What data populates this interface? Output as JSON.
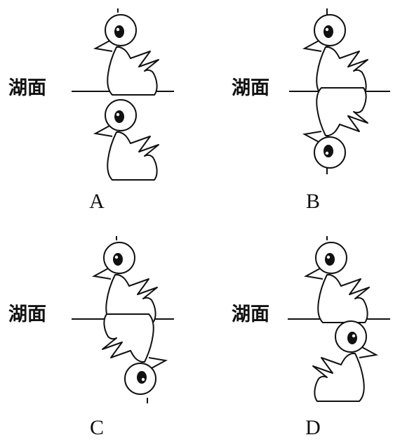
{
  "label_text": "湖面",
  "options": [
    {
      "letter": "A",
      "reflection": "translated"
    },
    {
      "letter": "B",
      "reflection": "vertical-mirror"
    },
    {
      "letter": "C",
      "reflection": "rotated-180"
    },
    {
      "letter": "D",
      "reflection": "horizontal-mirror"
    }
  ],
  "colors": {
    "ink": "#111111",
    "background": "#ffffff"
  }
}
